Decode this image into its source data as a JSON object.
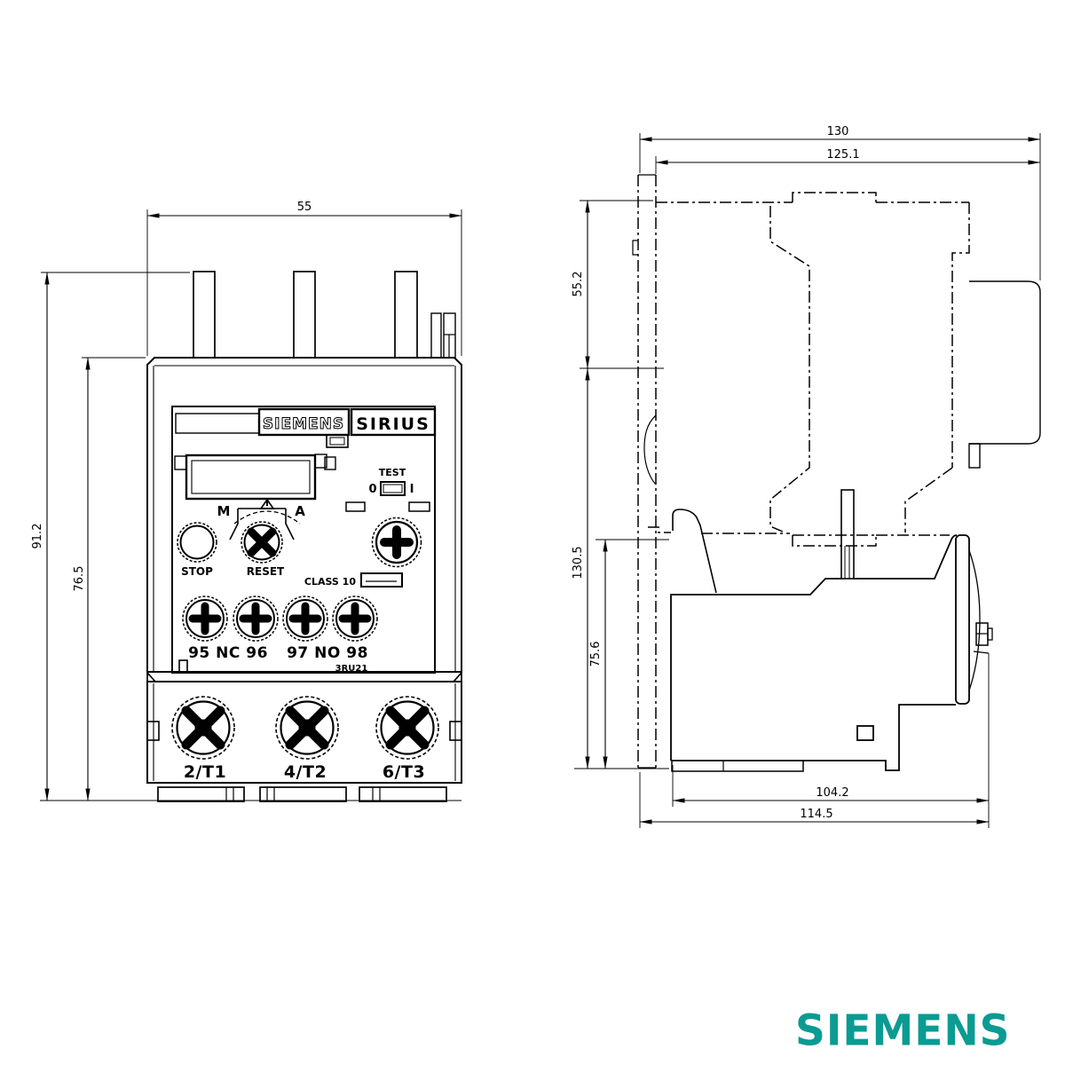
{
  "front_view": {
    "dim_width": "55",
    "dim_total_height": "91.2",
    "dim_body_height": "76.5",
    "brand_badge": "SIEMENS",
    "series_badge": "SIRIUS",
    "manual_label": "M",
    "auto_label": "A",
    "stop_label": "STOP",
    "reset_label": "RESET",
    "test_label": "TEST",
    "test_off": "0",
    "test_on": "I",
    "class_label": "CLASS 10",
    "aux_terminals_left": "95 NC 96",
    "aux_terminals_right": "97 NO 98",
    "model": "3RU21",
    "main_terminals": [
      "2/T1",
      "4/T2",
      "6/T3"
    ]
  },
  "side_view": {
    "dim_total_depth": "130",
    "dim_assembly_depth": "125.1",
    "dim_top_height": "55.2",
    "dim_total_height": "130.5",
    "dim_relay_height": "75.6",
    "dim_relay_depth": "104.2",
    "dim_mount_depth": "114.5"
  },
  "branding": {
    "logo_text": "SIEMENS",
    "logo_color": "#0a9b92"
  }
}
